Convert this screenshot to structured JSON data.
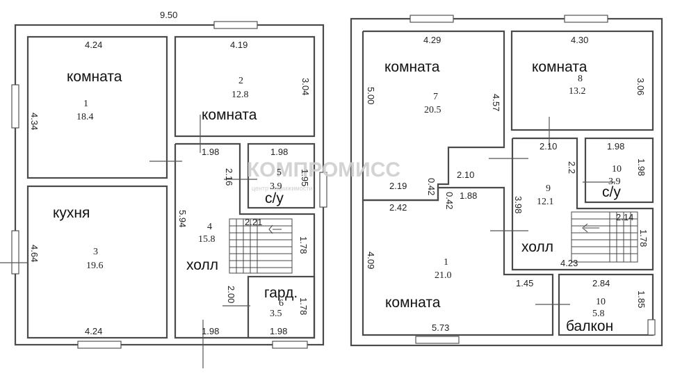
{
  "watermark": {
    "brand": "КОМПРОМИСС",
    "tagline": "центр недвижимости"
  },
  "floor1": {
    "overall_width": "9.50",
    "rooms": [
      {
        "label": "комната",
        "number": "1",
        "area": "18.4"
      },
      {
        "label": "комната",
        "number": "2",
        "area": "12.8"
      },
      {
        "label": "кухня",
        "number": "3",
        "area": "19.6"
      },
      {
        "label": "холл",
        "number": "4",
        "area": "15.8"
      },
      {
        "label": "с/у",
        "number": "5",
        "area": "3.9"
      },
      {
        "label": "гард.",
        "number": "6",
        "area": "3.5"
      }
    ],
    "dims": [
      "4.24",
      "4.19",
      "3.04",
      "4.34",
      "1.98",
      "1.98",
      "2.16",
      "1.95",
      "5.94",
      "2.21",
      "1.78",
      "4.64",
      "2.00",
      "1.78",
      "4.24",
      "1.98",
      "1.98"
    ]
  },
  "floor2": {
    "rooms": [
      {
        "label": "комната",
        "number": "7",
        "area": "20.5"
      },
      {
        "label": "комната",
        "number": "8",
        "area": "13.2"
      },
      {
        "label": "холл",
        "number": "9",
        "area": "12.1"
      },
      {
        "label": "с/у",
        "number": "10",
        "area": "3.9"
      },
      {
        "label": "комната",
        "number": "1",
        "area": "21.0"
      },
      {
        "label": "балкон",
        "number": "10",
        "area": "5.8"
      }
    ],
    "dims": [
      "4.29",
      "4.30",
      "5.00",
      "4.57",
      "3.06",
      "2.10",
      "1.98",
      "2.10",
      "2.19",
      "0.42",
      "2.2",
      "1.98",
      "0.42",
      "1.88",
      "2.42",
      "3.98",
      "2.14",
      "1.78",
      "4.09",
      "4.23",
      "1.45",
      "2.84",
      "1.85",
      "5.73"
    ]
  }
}
